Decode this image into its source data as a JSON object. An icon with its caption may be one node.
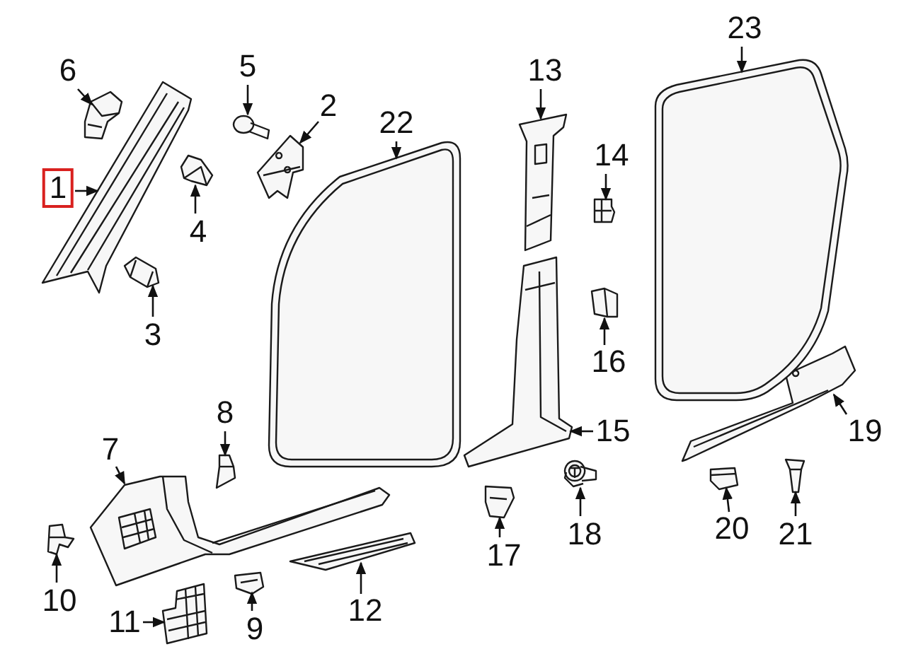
{
  "diagram": {
    "nodes": [
      {
        "text": [
          "1"
        ]
      },
      {
        "text": [
          "2"
        ]
      },
      {
        "text": [
          "3"
        ]
      },
      {
        "text": [
          "4"
        ]
      },
      {
        "text": [
          "5"
        ]
      },
      {
        "text": [
          "6"
        ]
      },
      {
        "text": [
          "7"
        ]
      },
      {
        "text": [
          "8"
        ]
      },
      {
        "text": [
          "9"
        ]
      },
      {
        "text": [
          "10"
        ]
      },
      {
        "text": [
          "11"
        ]
      },
      {
        "text": [
          "12"
        ]
      },
      {
        "text": [
          "13"
        ]
      },
      {
        "text": [
          "14"
        ]
      },
      {
        "text": [
          "15"
        ]
      },
      {
        "text": [
          "16"
        ]
      },
      {
        "text": [
          "17"
        ]
      },
      {
        "text": [
          "18"
        ]
      },
      {
        "text": [
          "19"
        ]
      },
      {
        "text": [
          "20"
        ]
      },
      {
        "text": [
          "21"
        ]
      },
      {
        "text": [
          "22"
        ]
      },
      {
        "text": [
          "23"
        ]
      },
      {
        "text": [],
        "shape": "picture"
      },
      {
        "text": [],
        "shape": "picture"
      },
      {
        "text": [],
        "shape": "picture"
      },
      {
        "text": [],
        "shape": "picture"
      },
      {
        "text": [],
        "shape": "picture"
      },
      {
        "text": [],
        "shape": "picture"
      },
      {
        "text": [],
        "shape": "picture"
      },
      {
        "text": [],
        "shape": "picture"
      },
      {
        "text": [],
        "shape": "picture"
      },
      {
        "text": [],
        "shape": "picture"
      },
      {
        "text": [],
        "shape": "picture"
      },
      {
        "text": [],
        "shape": "picture"
      },
      {
        "text": [],
        "shape": "picture"
      },
      {
        "text": [],
        "shape": "picture"
      },
      {
        "text": [],
        "shape": "picture"
      },
      {
        "text": [],
        "shape": "picture"
      },
      {
        "text": [],
        "shape": "picture"
      },
      {
        "text": [],
        "shape": "picture"
      },
      {
        "text": [],
        "shape": "picture"
      },
      {
        "text": [],
        "shape": "picture"
      },
      {
        "text": [],
        "shape": "picture"
      },
      {
        "text": [],
        "shape": "picture"
      },
      {
        "text": [],
        "shape": "picture"
      }
    ],
    "edges": [
      {
        "from": 0,
        "to": 23,
        "arrow": "to"
      },
      {
        "from": 1,
        "to": 24,
        "arrow": "to"
      },
      {
        "from": 2,
        "to": 25,
        "arrow": "to"
      },
      {
        "from": 3,
        "to": 26,
        "arrow": "to"
      },
      {
        "from": 4,
        "to": 27,
        "arrow": "to"
      },
      {
        "from": 5,
        "to": 28,
        "arrow": "to"
      },
      {
        "from": 6,
        "to": 29,
        "arrow": "to"
      },
      {
        "from": 7,
        "to": 30,
        "arrow": "to"
      },
      {
        "from": 8,
        "to": 31,
        "arrow": "to"
      },
      {
        "from": 9,
        "to": 32,
        "arrow": "to"
      },
      {
        "from": 10,
        "to": 33,
        "arrow": "to"
      },
      {
        "from": 11,
        "to": 34,
        "arrow": "to"
      },
      {
        "from": 12,
        "to": 35,
        "arrow": "to"
      },
      {
        "from": 13,
        "to": 36,
        "arrow": "to"
      },
      {
        "from": 14,
        "to": 37,
        "arrow": "to"
      },
      {
        "from": 15,
        "to": 38,
        "arrow": "to"
      },
      {
        "from": 16,
        "to": 39,
        "arrow": "to"
      },
      {
        "from": 17,
        "to": 40,
        "arrow": "to"
      },
      {
        "from": 18,
        "to": 41,
        "arrow": "to"
      },
      {
        "from": 19,
        "to": 42,
        "arrow": "to"
      },
      {
        "from": 20,
        "to": 43,
        "arrow": "to"
      },
      {
        "from": 21,
        "to": 44,
        "arrow": "to"
      },
      {
        "from": 22,
        "to": 45,
        "arrow": "to"
      }
    ]
  }
}
